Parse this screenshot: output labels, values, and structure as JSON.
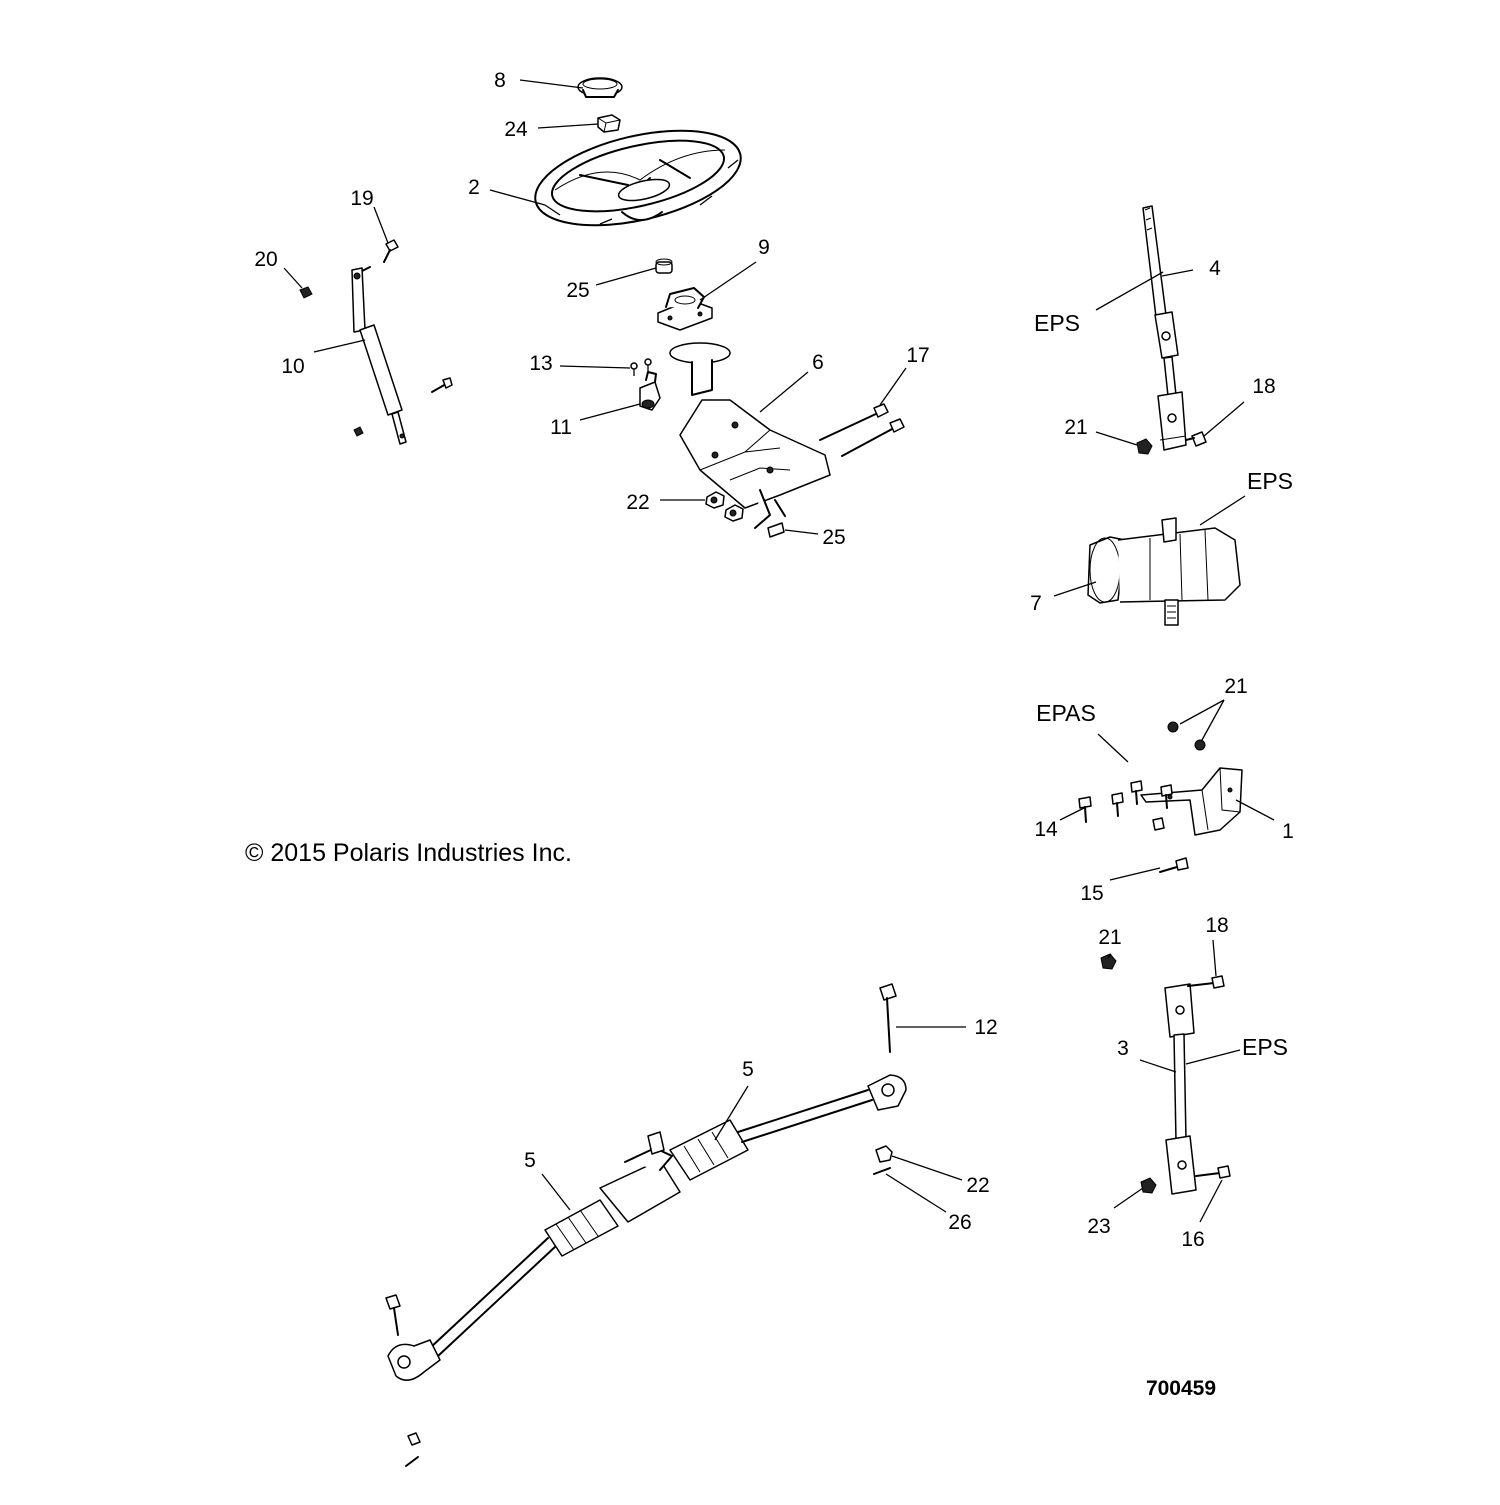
{
  "figure_id": "700459",
  "copyright": "© 2015 Polaris Industries Inc.",
  "callouts": {
    "c1": "1",
    "c2": "2",
    "c3": "3",
    "c4": "4",
    "c5a": "5",
    "c5b": "5",
    "c6": "6",
    "c7": "7",
    "c8": "8",
    "c9": "9",
    "c10": "10",
    "c11": "11",
    "c12": "12",
    "c13": "13",
    "c14": "14",
    "c15": "15",
    "c16": "16",
    "c17": "17",
    "c18a": "18",
    "c18b": "18",
    "c19": "19",
    "c20": "20",
    "c21a": "21",
    "c21b": "21",
    "c21c": "21",
    "c22a": "22",
    "c22b": "22",
    "c23": "23",
    "c24": "24",
    "c25a": "25",
    "c25b": "25",
    "c26": "26"
  },
  "tags": {
    "eps_shaft_upper": "EPS",
    "eps_unit": "EPS",
    "epas_bracket": "EPAS",
    "eps_shaft_lower": "EPS"
  }
}
